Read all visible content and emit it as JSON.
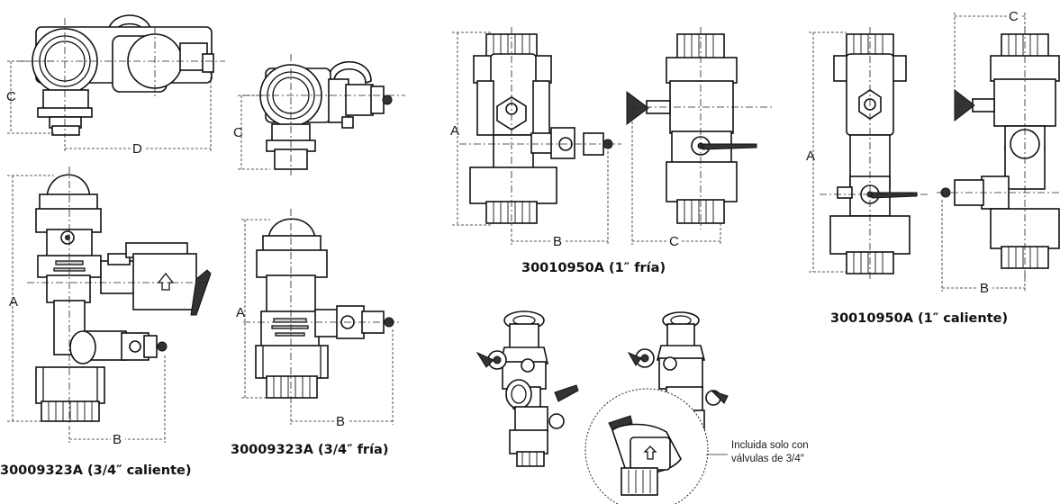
{
  "captions": {
    "caliente_34": "30009323A (3/4″ caliente)",
    "fria_34": "30009323A (3/4″ fría)",
    "fria_1": "30010950A (1″ fría)",
    "caliente_1": "30010950A (1″ caliente)"
  },
  "note": {
    "line1": "Incluida solo con",
    "line2": "válvulas de 3/4″"
  },
  "dims": {
    "a": "A",
    "b": "B",
    "c": "C",
    "d": "D"
  }
}
